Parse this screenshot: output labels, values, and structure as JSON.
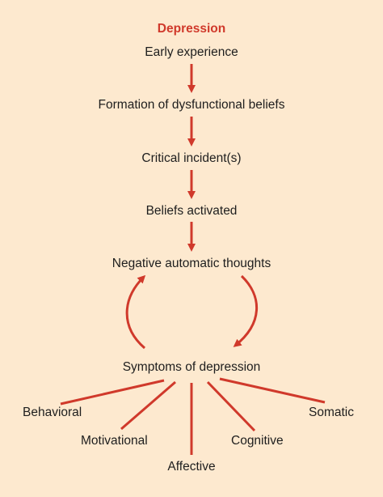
{
  "diagram": {
    "title": "Depression",
    "colors": {
      "background": "#fde9cf",
      "accent": "#d0392b",
      "text": "#1e1e1e"
    },
    "chain": [
      "Early experience",
      "Formation of dysfunctional beliefs",
      "Critical incident(s)",
      "Beliefs activated",
      "Negative automatic thoughts"
    ],
    "cycle_bottom": "Symptoms of depression",
    "symptom_types": {
      "behavioral": "Behavioral",
      "motivational": "Motivational",
      "affective": "Affective",
      "cognitive": "Cognitive",
      "somatic": "Somatic"
    }
  }
}
